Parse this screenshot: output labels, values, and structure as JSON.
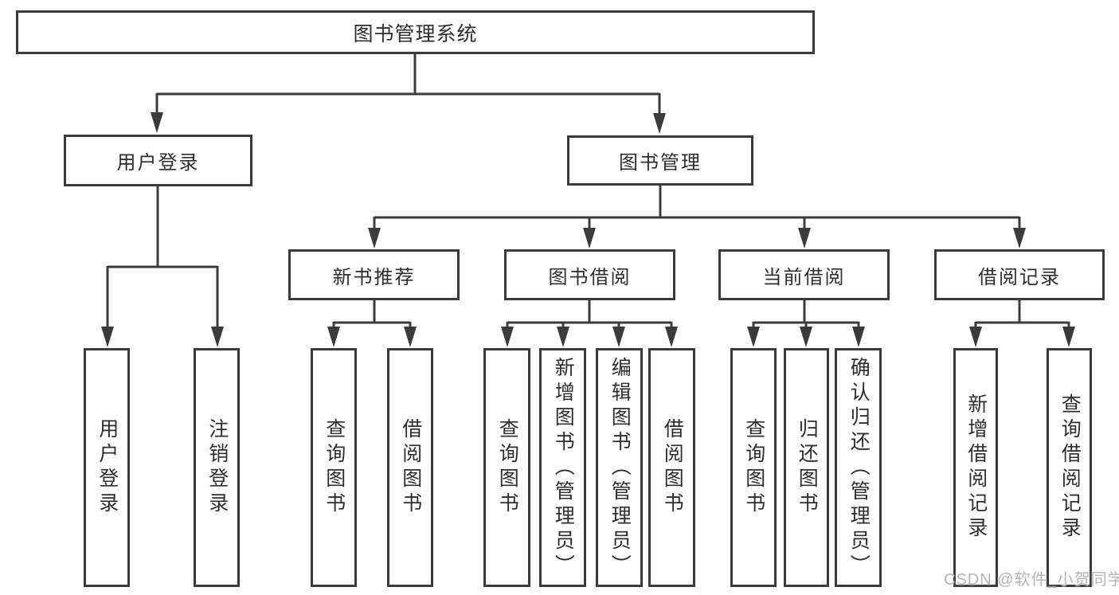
{
  "diagram": {
    "type": "hierarchy",
    "colors": {
      "line": "#3b3b3b",
      "border": "#3b3b3b",
      "text": "#2e2e2e",
      "watermark": "#b4b4b4",
      "background": "#ffffff"
    },
    "watermark": "CSDN @软件_小贺同学",
    "nodes": {
      "root": {
        "label": "图书管理系统"
      },
      "user_login": {
        "label": "用户登录"
      },
      "book_mgmt": {
        "label": "图书管理"
      },
      "new_book_rec": {
        "label": "新书推荐"
      },
      "book_borrow": {
        "label": "图书借阅"
      },
      "current_borrow": {
        "label": "当前借阅"
      },
      "borrow_record": {
        "label": "借阅记录"
      },
      "leaf_user_login": {
        "label": "用户登录"
      },
      "leaf_logout": {
        "label": "注销登录"
      },
      "leaf_query_book_1": {
        "label": "查询图书"
      },
      "leaf_borrow_book_1": {
        "label": "借阅图书"
      },
      "leaf_query_book_2": {
        "label": "查询图书"
      },
      "leaf_add_book": {
        "label": "新增图书（管理员）"
      },
      "leaf_edit_book": {
        "label": "编辑图书（管理员）"
      },
      "leaf_borrow_book_2": {
        "label": "借阅图书"
      },
      "leaf_query_book_3": {
        "label": "查询图书"
      },
      "leaf_return_book": {
        "label": "归还图书"
      },
      "leaf_confirm_return": {
        "label": "确认归还（管理员）"
      },
      "leaf_add_record": {
        "label": "新增借阅记录"
      },
      "leaf_query_record": {
        "label": "查询借阅记录"
      }
    },
    "edges": [
      [
        "root",
        "user_login"
      ],
      [
        "root",
        "book_mgmt"
      ],
      [
        "user_login",
        "leaf_user_login"
      ],
      [
        "user_login",
        "leaf_logout"
      ],
      [
        "book_mgmt",
        "new_book_rec"
      ],
      [
        "book_mgmt",
        "book_borrow"
      ],
      [
        "book_mgmt",
        "current_borrow"
      ],
      [
        "book_mgmt",
        "borrow_record"
      ],
      [
        "new_book_rec",
        "leaf_query_book_1"
      ],
      [
        "new_book_rec",
        "leaf_borrow_book_1"
      ],
      [
        "book_borrow",
        "leaf_query_book_2"
      ],
      [
        "book_borrow",
        "leaf_add_book"
      ],
      [
        "book_borrow",
        "leaf_edit_book"
      ],
      [
        "book_borrow",
        "leaf_borrow_book_2"
      ],
      [
        "current_borrow",
        "leaf_query_book_3"
      ],
      [
        "current_borrow",
        "leaf_return_book"
      ],
      [
        "current_borrow",
        "leaf_confirm_return"
      ],
      [
        "borrow_record",
        "leaf_add_record"
      ],
      [
        "borrow_record",
        "leaf_query_record"
      ]
    ]
  }
}
